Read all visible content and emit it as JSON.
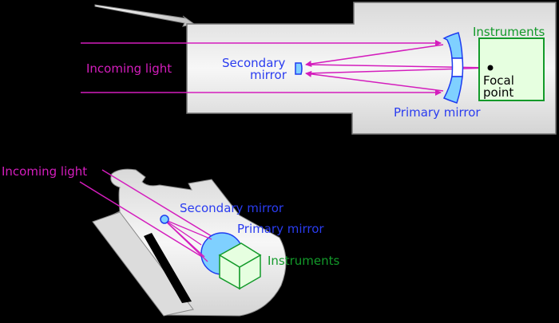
{
  "colors": {
    "background": "#000000",
    "tube": "#e6e6e6",
    "light_ray": "#d41dbd",
    "mirror_fill": "#7fd0ff",
    "mirror_stroke": "#1e3cf0",
    "instrument_fill": "#e6ffe0",
    "instrument_stroke": "#139a2a",
    "label_blue": "#2a3cf0",
    "label_green": "#139a2a",
    "label_magenta": "#d41dbd"
  },
  "top_diagram": {
    "incoming_light": "Incoming light",
    "secondary_mirror_line1": "Secondary",
    "secondary_mirror_line2": "mirror",
    "primary_mirror": "Primary mirror",
    "instruments": "Instruments",
    "focal_point_line1": "Focal",
    "focal_point_line2": "point"
  },
  "bottom_diagram": {
    "incoming_light": "Incoming light",
    "secondary_mirror": "Secondary mirror",
    "primary_mirror": "Primary mirror",
    "instruments": "Instruments"
  }
}
